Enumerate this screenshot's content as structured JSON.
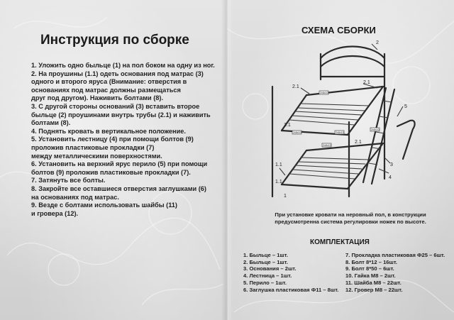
{
  "instructions": {
    "title": "Инструкция по сборке",
    "steps": [
      "1.  Уложить одно быльце (1) на пол боком на одну из ног.",
      "2.  На проушины (1.1) одеть основания под матрас (3)",
      "одного и второго яруса (Внимание: отверстия в",
      "основаниях под матрас должны размещаться",
      "друг под другом). Наживить болтами (8).",
      "3.  С другой стороны оснований (3) вставить второе",
      "быльце (2) проушинами внутрь трубы (2.1) и наживить",
      "болтами (8).",
      "4.  Поднять кровать в вертикальное положение.",
      "5.  Установить лестницу (4) при помощи болтов (9)",
      "проложив пластиковые прокладки (7)",
      "между металлическими поверхностями.",
      "6.  Установить на верхний ярус перило (5) при помощи",
      "болтов (9) проложив пластиковые прокладки (7).",
      "7.  Затянуть все болты.",
      "8.  Закройте все оставшиеся отверстия заглушками (6)",
      "на основаниях под матрас.",
      "9.  Везде с болтами использовать шайбы (11)",
      "и гровера (12)."
    ]
  },
  "scheme": {
    "title": "СХЕМА СБОРКИ",
    "labels": {
      "l1": "1",
      "l1_1a": "1.1",
      "l1_1b": "1.1",
      "l1_1c": "1.1",
      "l2": "2",
      "l2_1a": "2.1",
      "l2_1b": "2.1",
      "l2_1c": "2.1",
      "l3": "3",
      "l4": "4",
      "l5": "5",
      "bolt": "2x8x10"
    },
    "note_lines": [
      "При установке кровати на неровный пол, в конструкции",
      "предусмотренна система регулировки ножек по высоте."
    ]
  },
  "kit": {
    "title": "КОМПЛЕКТАЦИЯ",
    "col1": [
      "1. Быльце – 1шт.",
      "2. Быльце – 1шт.",
      "3. Основания – 2шт.",
      "4. Лестница – 1шт.",
      "5. Перило – 1шт.",
      "6. Заглушка пластиковая Ф11 – 8шт."
    ],
    "col2": [
      "7. Прокладка пластиковая Ф25 – 6шт.",
      "8. Болт 8*12 – 16шт.",
      "9. Болт 8*50 – 6шт.",
      "10. Гайка М8 – 2шт.",
      "11. Шайба М8 – 22шт.",
      "12. Гровер М8 – 22шт."
    ]
  },
  "colors": {
    "text": "#1f1f1f",
    "page_light": "#e6e6e6",
    "page_dark": "#cdcdcd"
  }
}
